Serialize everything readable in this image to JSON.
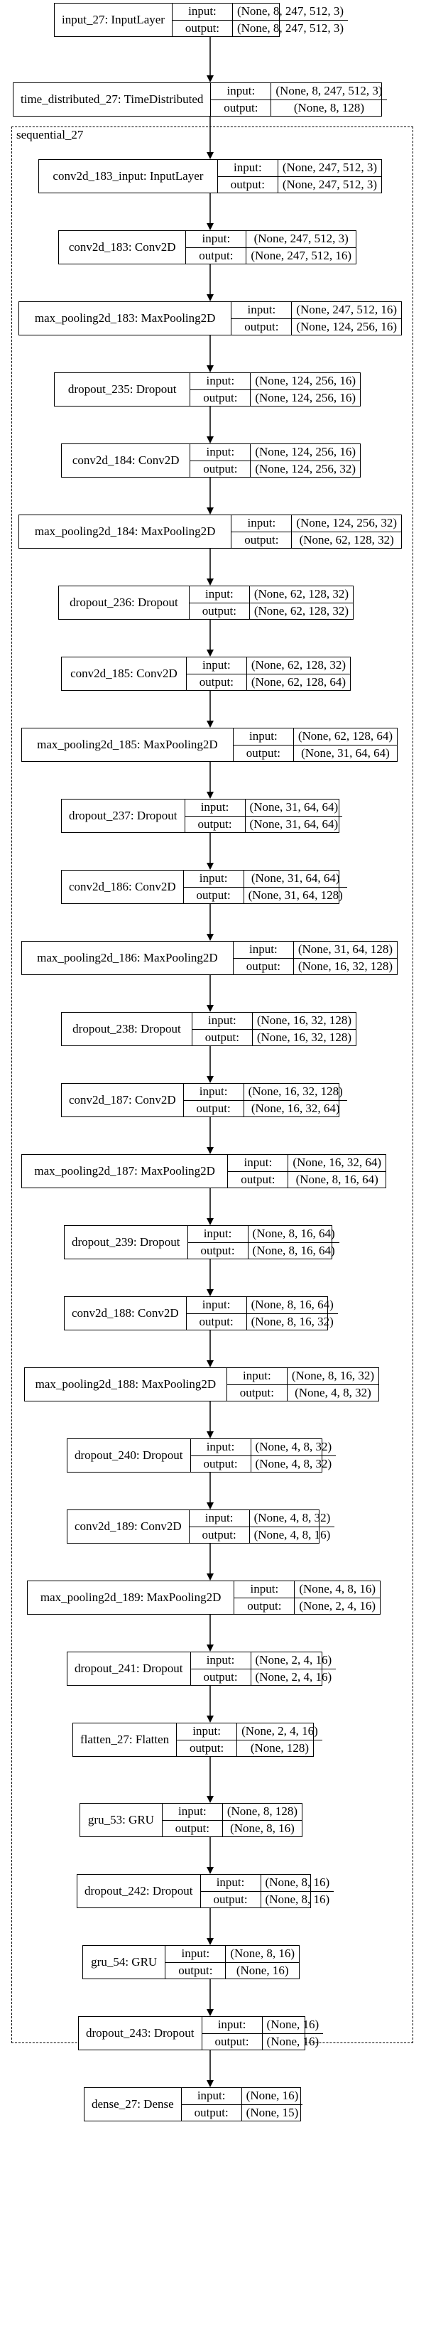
{
  "cluster": {
    "label": "sequential_27"
  },
  "port_labels": {
    "input": "input:",
    "output": "output:"
  },
  "nodes": [
    {
      "id": "n0",
      "name": "input_27: InputLayer",
      "input": "(None, 8, 247, 512, 3)",
      "output": "(None, 8, 247, 512, 3)"
    },
    {
      "id": "n1",
      "name": "time_distributed_27: TimeDistributed",
      "input": "(None, 8, 247, 512, 3)",
      "output": "(None, 8, 128)"
    },
    {
      "id": "n2",
      "name": "conv2d_183_input: InputLayer",
      "input": "(None, 247, 512, 3)",
      "output": "(None, 247, 512, 3)"
    },
    {
      "id": "n3",
      "name": "conv2d_183: Conv2D",
      "input": "(None, 247, 512, 3)",
      "output": "(None, 247, 512, 16)"
    },
    {
      "id": "n4",
      "name": "max_pooling2d_183: MaxPooling2D",
      "input": "(None, 247, 512, 16)",
      "output": "(None, 124, 256, 16)"
    },
    {
      "id": "n5",
      "name": "dropout_235: Dropout",
      "input": "(None, 124, 256, 16)",
      "output": "(None, 124, 256, 16)"
    },
    {
      "id": "n6",
      "name": "conv2d_184: Conv2D",
      "input": "(None, 124, 256, 16)",
      "output": "(None, 124, 256, 32)"
    },
    {
      "id": "n7",
      "name": "max_pooling2d_184: MaxPooling2D",
      "input": "(None, 124, 256, 32)",
      "output": "(None, 62, 128, 32)"
    },
    {
      "id": "n8",
      "name": "dropout_236: Dropout",
      "input": "(None, 62, 128, 32)",
      "output": "(None, 62, 128, 32)"
    },
    {
      "id": "n9",
      "name": "conv2d_185: Conv2D",
      "input": "(None, 62, 128, 32)",
      "output": "(None, 62, 128, 64)"
    },
    {
      "id": "n10",
      "name": "max_pooling2d_185: MaxPooling2D",
      "input": "(None, 62, 128, 64)",
      "output": "(None, 31, 64, 64)"
    },
    {
      "id": "n11",
      "name": "dropout_237: Dropout",
      "input": "(None, 31, 64, 64)",
      "output": "(None, 31, 64, 64)"
    },
    {
      "id": "n12",
      "name": "conv2d_186: Conv2D",
      "input": "(None, 31, 64, 64)",
      "output": "(None, 31, 64, 128)"
    },
    {
      "id": "n13",
      "name": "max_pooling2d_186: MaxPooling2D",
      "input": "(None, 31, 64, 128)",
      "output": "(None, 16, 32, 128)"
    },
    {
      "id": "n14",
      "name": "dropout_238: Dropout",
      "input": "(None, 16, 32, 128)",
      "output": "(None, 16, 32, 128)"
    },
    {
      "id": "n15",
      "name": "conv2d_187: Conv2D",
      "input": "(None, 16, 32, 128)",
      "output": "(None, 16, 32, 64)"
    },
    {
      "id": "n16",
      "name": "max_pooling2d_187: MaxPooling2D",
      "input": "(None, 16, 32, 64)",
      "output": "(None, 8, 16, 64)"
    },
    {
      "id": "n17",
      "name": "dropout_239: Dropout",
      "input": "(None, 8, 16, 64)",
      "output": "(None, 8, 16, 64)"
    },
    {
      "id": "n18",
      "name": "conv2d_188: Conv2D",
      "input": "(None, 8, 16, 64)",
      "output": "(None, 8, 16, 32)"
    },
    {
      "id": "n19",
      "name": "max_pooling2d_188: MaxPooling2D",
      "input": "(None, 8, 16, 32)",
      "output": "(None, 4, 8, 32)"
    },
    {
      "id": "n20",
      "name": "dropout_240: Dropout",
      "input": "(None, 4, 8, 32)",
      "output": "(None, 4, 8, 32)"
    },
    {
      "id": "n21",
      "name": "conv2d_189: Conv2D",
      "input": "(None, 4, 8, 32)",
      "output": "(None, 4, 8, 16)"
    },
    {
      "id": "n22",
      "name": "max_pooling2d_189: MaxPooling2D",
      "input": "(None, 4, 8, 16)",
      "output": "(None, 2, 4, 16)"
    },
    {
      "id": "n23",
      "name": "dropout_241: Dropout",
      "input": "(None, 2, 4, 16)",
      "output": "(None, 2, 4, 16)"
    },
    {
      "id": "n24",
      "name": "flatten_27: Flatten",
      "input": "(None, 2, 4, 16)",
      "output": "(None, 128)"
    },
    {
      "id": "n25",
      "name": "gru_53: GRU",
      "input": "(None, 8, 128)",
      "output": "(None, 8, 16)"
    },
    {
      "id": "n26",
      "name": "dropout_242: Dropout",
      "input": "(None, 8, 16)",
      "output": "(None, 8, 16)"
    },
    {
      "id": "n27",
      "name": "gru_54: GRU",
      "input": "(None, 8, 16)",
      "output": "(None, 16)"
    },
    {
      "id": "n28",
      "name": "dropout_243: Dropout",
      "input": "(None, 16)",
      "output": "(None, 16)"
    },
    {
      "id": "n29",
      "name": "dense_27: Dense",
      "input": "(None, 16)",
      "output": "(None, 15)"
    }
  ],
  "edges": [
    [
      "n0",
      "n1"
    ],
    [
      "n1",
      "n2"
    ],
    [
      "n2",
      "n3"
    ],
    [
      "n3",
      "n4"
    ],
    [
      "n4",
      "n5"
    ],
    [
      "n5",
      "n6"
    ],
    [
      "n6",
      "n7"
    ],
    [
      "n7",
      "n8"
    ],
    [
      "n8",
      "n9"
    ],
    [
      "n9",
      "n10"
    ],
    [
      "n10",
      "n11"
    ],
    [
      "n11",
      "n12"
    ],
    [
      "n12",
      "n13"
    ],
    [
      "n13",
      "n14"
    ],
    [
      "n14",
      "n15"
    ],
    [
      "n15",
      "n16"
    ],
    [
      "n16",
      "n17"
    ],
    [
      "n17",
      "n18"
    ],
    [
      "n18",
      "n19"
    ],
    [
      "n19",
      "n20"
    ],
    [
      "n20",
      "n21"
    ],
    [
      "n21",
      "n22"
    ],
    [
      "n22",
      "n23"
    ],
    [
      "n23",
      "n24"
    ],
    [
      "n24",
      "n25"
    ],
    [
      "n25",
      "n26"
    ],
    [
      "n26",
      "n27"
    ],
    [
      "n27",
      "n28"
    ],
    [
      "n28",
      "n29"
    ]
  ]
}
